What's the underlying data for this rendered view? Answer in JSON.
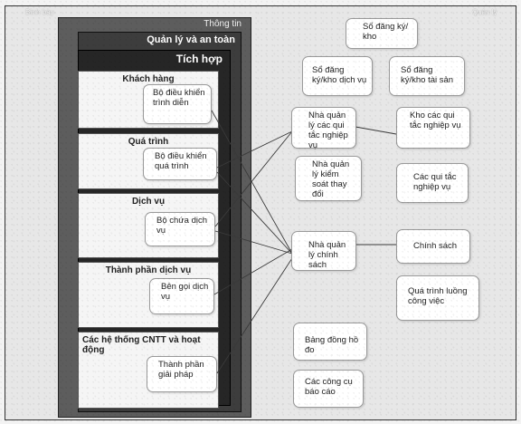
{
  "corners": {
    "left": "Bình bày",
    "right": "Quản lý"
  },
  "bands": {
    "thong_tin": "Thông tin",
    "quan_ly": "Quản lý và an toàn",
    "tich_hop": "Tích hợp"
  },
  "layers": {
    "khach_hang": "Khách hàng",
    "qua_trinh": "Quá trình",
    "dich_vu": "Dịch vụ",
    "thanh_phan": "Thành phần dịch vụ",
    "he_thong": "Các hệ thống CNTT và hoạt động"
  },
  "left_boxes": {
    "dieu_khien_trinh_dien": "Bộ điều khiển trình diễn",
    "dieu_khien_qua_trinh": "Bộ điều khiển quá trình",
    "chua_dich_vu": "Bộ chứa dịch vụ",
    "ben_goi": "Bên gọi dịch vụ",
    "giai_phap": "Thành phần giải pháp"
  },
  "right_boxes": {
    "so_dang_ky_kho": "Số đăng ký/ kho",
    "so_dich_vu": "Sổ đăng ký/kho dịch vụ",
    "so_tai_san": "Sổ đăng ký/kho tài sản",
    "quan_ly_qui_tac": "Nhà quản lý các qui tắc nghiệp vụ",
    "kho_qui_tac": "Kho các qui tắc nghiệp vụ",
    "quan_ly_thay_doi": "Nhà quản lý kiểm soát thay đổi",
    "qui_tac": "Các qui tắc nghiệp vụ",
    "quan_ly_chinh_sach": "Nhà quản lý chính sách",
    "chinh_sach": "Chính sách",
    "luong_cong_viec": "Quá trình luồng công việc",
    "bang_dong_ho": "Bảng đồng hồ đo",
    "cong_cu_bao_cao": "Các công cụ báo cáo"
  }
}
